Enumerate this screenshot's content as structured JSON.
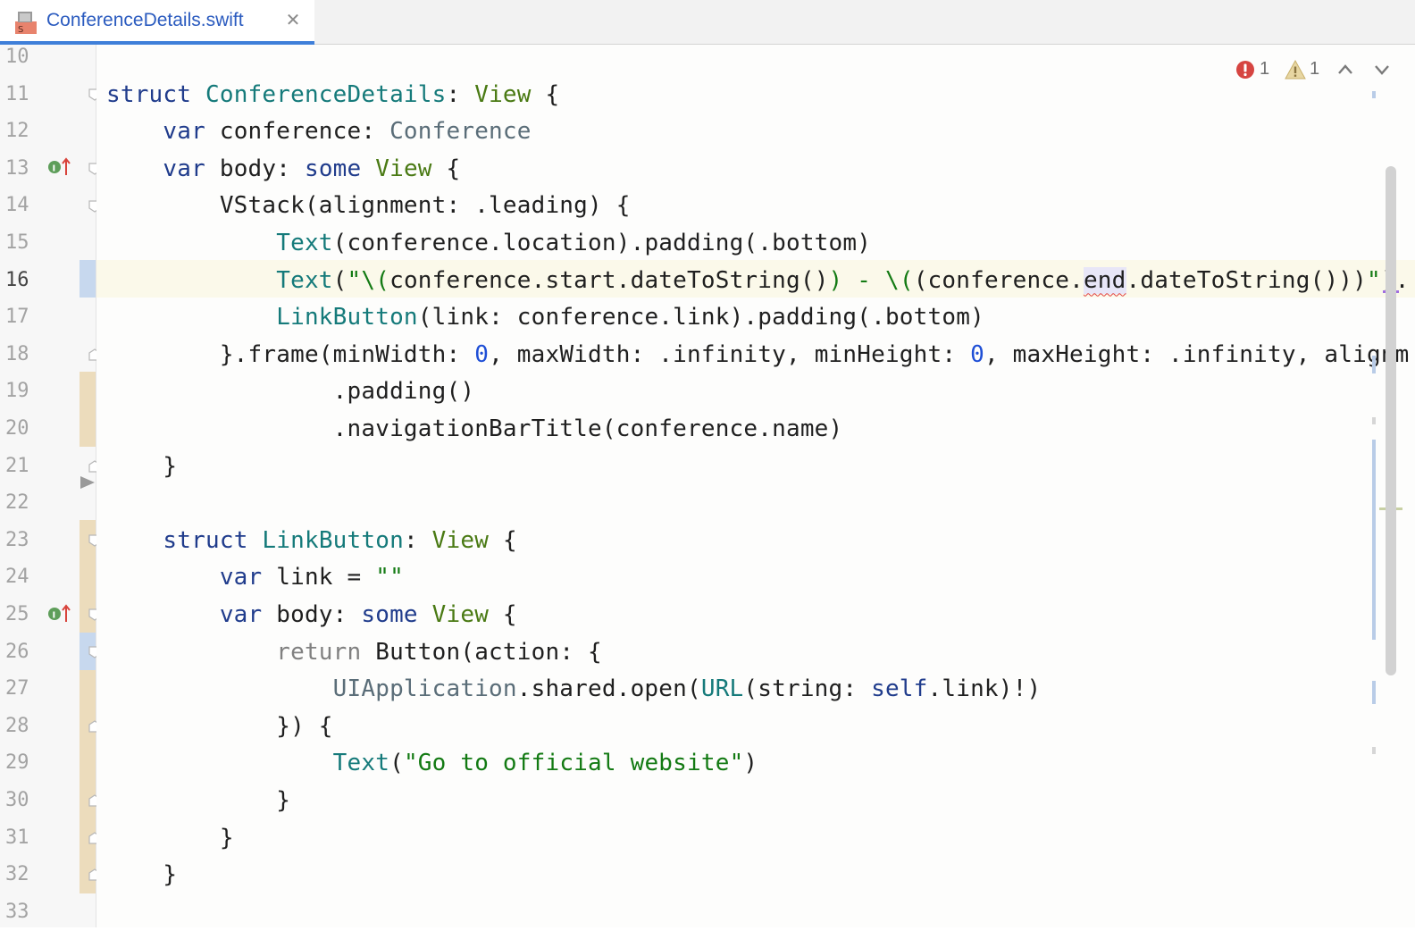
{
  "tab": {
    "file_name": "ConferenceDetails.swift",
    "close_glyph": "✕",
    "file_icon_letter": "S"
  },
  "inspections": {
    "errors": "1",
    "warnings": "1"
  },
  "gutter": {
    "line_numbers": [
      "10",
      "11",
      "12",
      "13",
      "14",
      "15",
      "16",
      "17",
      "18",
      "19",
      "20",
      "21",
      "22",
      "23",
      "24",
      "25",
      "26",
      "27",
      "28",
      "29",
      "30",
      "31",
      "32",
      "33"
    ],
    "current_line": "16"
  },
  "code": {
    "l10": "",
    "l11_a": "struct",
    "l11_b": "ConferenceDetails",
    "l11_c": ": ",
    "l11_d": "View",
    "l11_e": " {",
    "l12_a": "var",
    "l12_b": " conference: ",
    "l12_c": "Conference",
    "l13_a": "var",
    "l13_b": " body: ",
    "l13_c": "some",
    "l13_d": "View",
    "l13_e": " {",
    "l14": "VStack(alignment: .leading) {",
    "l15_a": "Text",
    "l15_b": "(conference.location).padding(.bottom)",
    "l16_a": "Text",
    "l16_b": "(",
    "l16_c": "\"\\(",
    "l16_d": "conference.start.dateToString()",
    "l16_e": ")",
    "l16_f": " - ",
    "l16_g": "\\(",
    "l16_h": "(conference.",
    "l16_i": "end",
    "l16_j": ".dateToString()))",
    "l16_k": "\"",
    "l16_l": ").",
    "l17_a": "LinkButton",
    "l17_b": "(link: conference.link).padding(.bottom)",
    "l18_a": "}.frame(minWidth: ",
    "l18_b": "0",
    "l18_c": ", maxWidth: .infinity, minHeight: ",
    "l18_d": "0",
    "l18_e": ", maxHeight: .infinity, alignm",
    "l19": ".padding()",
    "l20": ".navigationBarTitle(conference.name)",
    "l21": "}",
    "l22": "",
    "l23_a": "struct",
    "l23_b": "LinkButton",
    "l23_c": ": ",
    "l23_d": "View",
    "l23_e": " {",
    "l24_a": "var",
    "l24_b": " link = ",
    "l24_c": "\"\"",
    "l25_a": "var",
    "l25_b": " body: ",
    "l25_c": "some",
    "l25_d": "View",
    "l25_e": " {",
    "l26_a": "return",
    "l26_b": " Button(action: {",
    "l27_a": "UIApplication",
    "l27_b": ".shared.open(",
    "l27_c": "URL",
    "l27_d": "(string: ",
    "l27_e": "self",
    "l27_f": ".link)!)",
    "l28": "}) {",
    "l29_a": "Text",
    "l29_b": "(",
    "l29_c": "\"Go to official website\"",
    "l29_d": ")",
    "l30": "}",
    "l31": "}",
    "l32": "}",
    "l33": ""
  },
  "colors": {
    "keyword": "#203c8c",
    "type": "#157a7a",
    "protocol": "#4a7a14",
    "string": "#137a13",
    "number": "#1f4fd6",
    "tab_accent": "#3f7fd9"
  }
}
